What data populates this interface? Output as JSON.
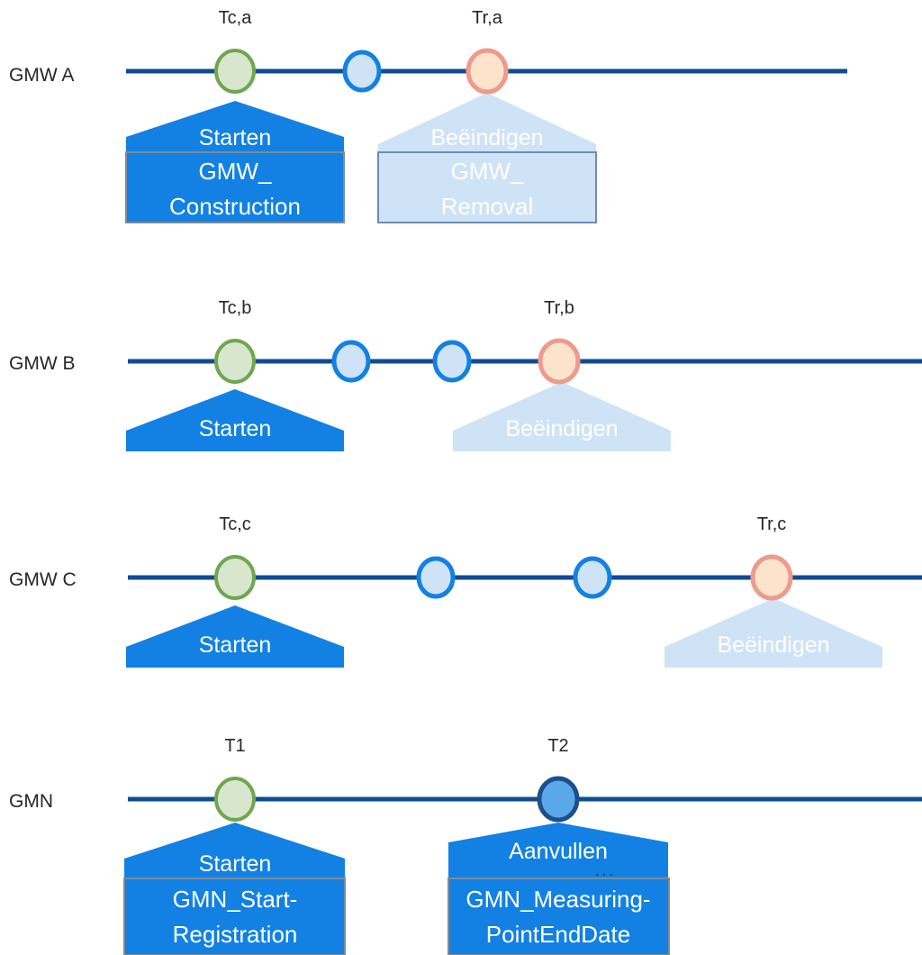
{
  "diagram": {
    "title_text": "",
    "colors": {
      "axis": "#0F4C91",
      "pentagon_dark": "#1281E3",
      "pentagon_light": "#CFE3F7",
      "box_border_dark": "#7F8B96",
      "box_border_light": "#6E8CB4",
      "node_green_stroke": "#6FA650",
      "node_green_fill": "#D9E6CE",
      "node_blue_stroke": "#1281E3",
      "node_blue_fill": "#CFE3F7",
      "node_orange_stroke": "#EE9A8C",
      "node_orange_fill": "#FCE3CC",
      "node_navy_stroke": "#1F4E8C",
      "node_navy_fill": "#5BA8E8",
      "label_text": "#262626",
      "shape_text": "#FFFFFF"
    },
    "rows": [
      {
        "id": "gmw-a",
        "label": "GMW A",
        "nodes": [
          {
            "name": "tc-a-node",
            "tick": "Tc,a",
            "style": "green"
          },
          {
            "name": "mid-node-1",
            "tick": "",
            "style": "blue"
          },
          {
            "name": "tr-a-node",
            "tick": "Tr,a",
            "style": "orange"
          }
        ],
        "events": [
          {
            "name": "gmw-a-start-event",
            "action": "Starten",
            "registration": "GMW_Construction",
            "registration_line1": "GMW_",
            "registration_line2": "Construction",
            "tone": "dark",
            "ellipsis": ""
          },
          {
            "name": "gmw-a-end-event",
            "action": "Beëindigen",
            "registration": "GMW_Removal",
            "registration_line1": "GMW_",
            "registration_line2": "Removal",
            "tone": "light",
            "ellipsis": ""
          }
        ]
      },
      {
        "id": "gmw-b",
        "label": "GMW B",
        "nodes": [
          {
            "name": "tc-b-node",
            "tick": "Tc,b",
            "style": "green"
          },
          {
            "name": "mid-node-1",
            "tick": "",
            "style": "blue"
          },
          {
            "name": "mid-node-2",
            "tick": "",
            "style": "blue"
          },
          {
            "name": "tr-b-node",
            "tick": "Tr,b",
            "style": "orange"
          }
        ],
        "events": [
          {
            "name": "gmw-b-start-event",
            "action": "Starten",
            "registration": "",
            "registration_line1": "",
            "registration_line2": "",
            "tone": "dark",
            "ellipsis": ""
          },
          {
            "name": "gmw-b-end-event",
            "action": "Beëindigen",
            "registration": "",
            "registration_line1": "",
            "registration_line2": "",
            "tone": "light",
            "ellipsis": ""
          }
        ]
      },
      {
        "id": "gmw-c",
        "label": "GMW C",
        "nodes": [
          {
            "name": "tc-c-node",
            "tick": "Tc,c",
            "style": "green"
          },
          {
            "name": "mid-node-1",
            "tick": "",
            "style": "blue"
          },
          {
            "name": "mid-node-2",
            "tick": "",
            "style": "blue"
          },
          {
            "name": "tr-c-node",
            "tick": "Tr,c",
            "style": "orange"
          }
        ],
        "events": [
          {
            "name": "gmw-c-start-event",
            "action": "Starten",
            "registration": "",
            "registration_line1": "",
            "registration_line2": "",
            "tone": "dark",
            "ellipsis": ""
          },
          {
            "name": "gmw-c-end-event",
            "action": "Beëindigen",
            "registration": "",
            "registration_line1": "",
            "registration_line2": "",
            "tone": "light",
            "ellipsis": ""
          }
        ]
      },
      {
        "id": "gmn",
        "label": "GMN",
        "nodes": [
          {
            "name": "t1-node",
            "tick": "T1",
            "style": "green"
          },
          {
            "name": "t2-node",
            "tick": "T2",
            "style": "navy"
          }
        ],
        "events": [
          {
            "name": "gmn-start-event",
            "action": "Starten",
            "registration": "GMN_StartRegistration",
            "registration_line1": "GMN_Start-",
            "registration_line2": "Registration",
            "tone": "dark",
            "ellipsis": ""
          },
          {
            "name": "gmn-supplement-event",
            "action": "Aanvullen",
            "registration": "GMN_MeasuringPointEndDate",
            "registration_line1": "GMN_Measuring-",
            "registration_line2": "PointEndDate",
            "tone": "dark",
            "ellipsis": "..."
          }
        ]
      }
    ]
  }
}
